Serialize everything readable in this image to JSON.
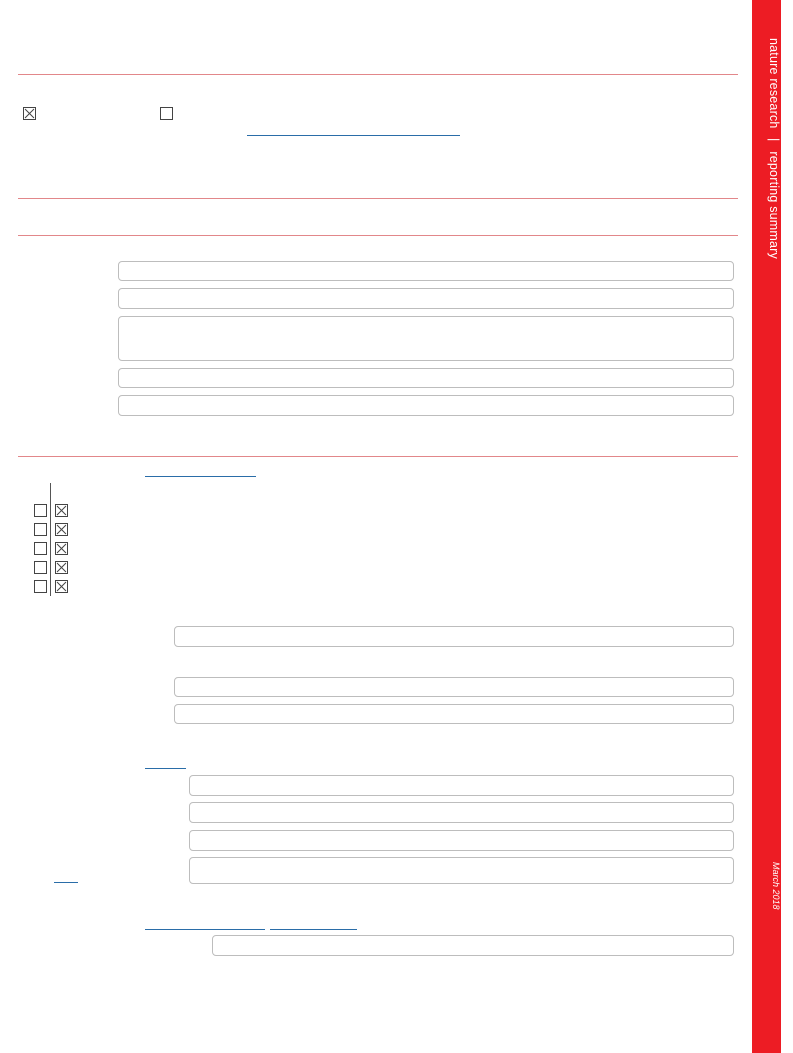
{
  "sidebar": {
    "brand_main": "nature research",
    "brand_divider": "|",
    "brand_sub": "reporting summary",
    "date": "March 2018"
  },
  "colors": {
    "sidebar": "#ed1c24",
    "rule": "#e2878a",
    "link": "#2a6da8",
    "box_border": "#bdbdbd"
  },
  "top_checkboxes": [
    {
      "checked": true
    },
    {
      "checked": false
    }
  ],
  "checkbox_matrix": [
    {
      "left_checked": false,
      "right_checked": true
    },
    {
      "left_checked": false,
      "right_checked": true
    },
    {
      "left_checked": false,
      "right_checked": true
    },
    {
      "left_checked": false,
      "right_checked": true
    },
    {
      "left_checked": false,
      "right_checked": true
    }
  ]
}
